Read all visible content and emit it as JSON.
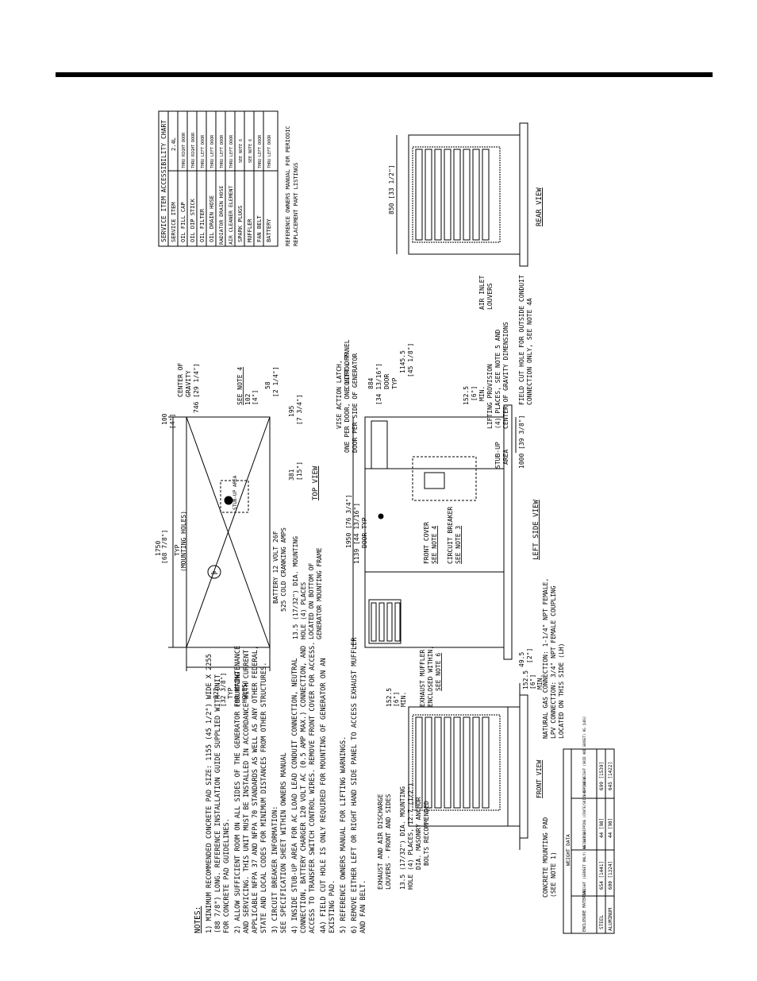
{
  "notes": {
    "heading": "NOTES:",
    "lines": [
      "1)  MINIMUM RECOMMENDED CONCRETE PAD SIZE: 1155 (45 1/2\") WIDE X 2255",
      "    (88 7/8\") LONG. REFERENCE INSTALLATION GUIDE SUPPLIED WITH UNIT",
      "    FOR CONCRETE PAD GUIDELINES.",
      "2)  ALLOW SUFFICIENT ROOM ON ALL SIDES OF THE GENERATOR FOR MAINTENANCE",
      "    AND SERVICING. THIS UNIT MUST BE INSTALLED IN ACCORDANCE WITH CURRENT",
      "    APPLICABLE NFPA 37 AND NFPA 70 STANDARDS AS WELL AS ANY OTHER FEDERAL,",
      "    STATE AND LOCAL CODES FOR MINIMUM DISTANCES FROM OTHER STRUCTURES.",
      "3)  CIRCUIT BREAKER INFORMATION:",
      "    SEE SPECIFICATION SHEET WITHIN OWNERS MANUAL",
      "4)  INSIDE STUB-UP AREA FOR AC LOAD LEAD CONDUIT CONNECTION, NEUTRAL",
      "    CONNECTION, BATTERY CHARGER 120 VOLT AC (0.5 AMP MAX.) CONNECTION, AND",
      "    ACCESS TO TRANSFER SWITCH CONTROL WIRES. REMOVE FRONT COVER FOR ACCESS.",
      "4A) FIELD CUT HOLE IS ONLY REQUIRED FOR MOUNTING OF GENERATOR ON AN",
      "    EXISTING PAD.",
      "5)  REFERENCE OWNERS MANUAL FOR LIFTING WARNINGS.",
      "6)  REMOVE EITHER LEFT OR RIGHT HAND SIDE PANEL TO ACCESS EXHAUST MUFFLER",
      "    AND FAN BELT."
    ]
  },
  "service_chart": {
    "title": "SERVICE ITEM ACCESSIBILITY CHART",
    "header": [
      "SERVICE ITEM",
      "2.4L"
    ],
    "rows": [
      [
        "OIL FILL CAP",
        "THRU RIGHT DOOR"
      ],
      [
        "OIL DIP STICK",
        "THRU RIGHT DOOR"
      ],
      [
        "OIL FILTER",
        "THRU LEFT DOOR"
      ],
      [
        "OIL DRAIN HOSE",
        "THRU LEFT DOOR"
      ],
      [
        "RADIATOR DRAIN HOSE",
        "THRU LEFT DOOR"
      ],
      [
        "AIR CLEANER ELEMENT",
        "THRU LEFT DOOR"
      ],
      [
        "SPARK PLUGS",
        "SEE NOTE 6"
      ],
      [
        "MUFFLER",
        "SEE NOTE 6"
      ],
      [
        "FAN BELT",
        "THRU LEFT DOOR"
      ],
      [
        "BATTERY",
        "THRU LEFT DOOR"
      ]
    ],
    "footnote": [
      "REFERENCE OWNERS MANUAL FOR PERIODIC",
      "REPLACEMENT PART LISTINGS"
    ]
  },
  "weight_data": {
    "title": "WEIGHT DATA",
    "header": [
      "ENCLOSURE MATERIAL",
      "WEIGHT (GENSET ONLY) KG [LBS]",
      "WEIGHT SHIPPING (CRATE/SKID) KG [LBS]",
      "SHIPPING WEIGHT (SKID AND GENSET) KG [LBS]"
    ],
    "rows": [
      [
        "STEEL",
        "654 [1441]",
        "44 [98]",
        "699 [1539]"
      ],
      [
        "ALUMINUM",
        "600 [1324]",
        "44 [98]",
        "645 [1422]"
      ]
    ]
  },
  "top_view": {
    "title": "TOP VIEW",
    "mounting_holes": [
      "1750",
      "[68 7/8\"]",
      "TYP",
      "(MOUNTING HOLES)"
    ],
    "width_holes": [
      "822",
      "[32 3/8\"]",
      "TYP",
      "(MOUNTING",
      "HOLES)"
    ],
    "dim_100": [
      "100",
      "[4\"]"
    ],
    "dim_102": [
      "102",
      "[4\"]"
    ],
    "dim_58": [
      "58",
      "[2 1/4\"]"
    ],
    "dim_195": [
      "195",
      "[7 3/4\"]"
    ],
    "dim_381": [
      "381",
      "[15\"]"
    ],
    "cog": [
      "CENTER OF",
      "GRAVITY",
      "746 [29 1/4\"]"
    ],
    "see_note_4": "SEE NOTE 4",
    "stub_up": "STUB-UP AREA",
    "battery": [
      "BATTERY 12 VOLT 26F",
      "525 COLD CRANKING AMPS"
    ],
    "mounting_hole": [
      "13.5 (17/32\") DIA. MOUNTING",
      "HOLE (4) PLACES",
      "LOCATED ON BOTTOM OF",
      "GENERATOR MOUNTING FRAME"
    ]
  },
  "left_side_view": {
    "title": "LEFT SIDE VIEW",
    "dim_1950": "1950 [76 3/4\"]",
    "dim_1139": [
      "1139 [44 13/16\"]",
      "DOOR TYP"
    ],
    "dim_884": [
      "884",
      "[34 13/16\"]",
      "DOOR",
      "TYP"
    ],
    "dim_1145": [
      "1145.5",
      "[45 1/8\"]"
    ],
    "dim_152_min": [
      "152.5",
      "[6\"]",
      "MIN."
    ],
    "dim_1000": "1000 [39 3/8\"]",
    "dim_49": [
      "49.5",
      "[2\"]"
    ],
    "vise_latch": [
      "VISE ACTION LATCH,",
      "ONE PER DOOR, ONE LIFT-OFF",
      "DOOR PER SIDE OF GENERATOR"
    ],
    "control_panel": "CONTROL PANEL",
    "front_cover": [
      "FRONT COVER",
      "SEE NOTE 4"
    ],
    "circuit_breaker": [
      "CIRCUIT BREAKER",
      "SEE NOTE 3"
    ],
    "lifting": [
      "LIFTING PROVISION",
      "(4) PLACES, SEE NOTE 5 AND",
      "CENTER OF GRAVITY DIMENSIONS"
    ],
    "field_cut": [
      "FIELD CUT HOLE FOR OUTSIDE CONDUIT",
      "CONNECTION ONLY, SEE NOTE 4A"
    ],
    "stub_up": [
      "STUB-UP",
      "AREA"
    ],
    "gas": [
      "NATURAL GAS CONNECTION: 1-1/4\" NPT FEMALE,",
      "LPV CONNECTION: 3/4\" NPT FEMALE COUPLING",
      "LOCATED ON THIS SIDE (LH)"
    ],
    "exhaust_muffler": [
      "EXHAUST MUFFLER",
      "ENCLOSED WITHIN,",
      "SEE NOTE 6"
    ]
  },
  "front_view": {
    "title": "FRONT VIEW",
    "dim_152a": [
      "152.5",
      "[6\"]",
      "MIN."
    ],
    "dim_152b": [
      "152.5",
      "[6\"]",
      "MIN."
    ],
    "exhaust": [
      "EXHAUST AND AIR DISCHARGE",
      "LOUVERS - FRONT AND SIDES"
    ],
    "mounting_hole": [
      "13.5 (17/32\") DIA. MOUNTING",
      "HOLE (4) PLACES, 12.7 (1/2\")",
      "DIA. MASONRY ANCHOR",
      "BOLTS RECOMMENDED"
    ],
    "pad": [
      "CONCRETE MOUNTING PAD",
      "(SEE NOTE 1)"
    ]
  },
  "rear_view": {
    "title": "REAR VIEW",
    "dim_850": "850 [33 1/2\"]",
    "inlet": [
      "AIR INLET",
      "LOUVERS"
    ]
  }
}
